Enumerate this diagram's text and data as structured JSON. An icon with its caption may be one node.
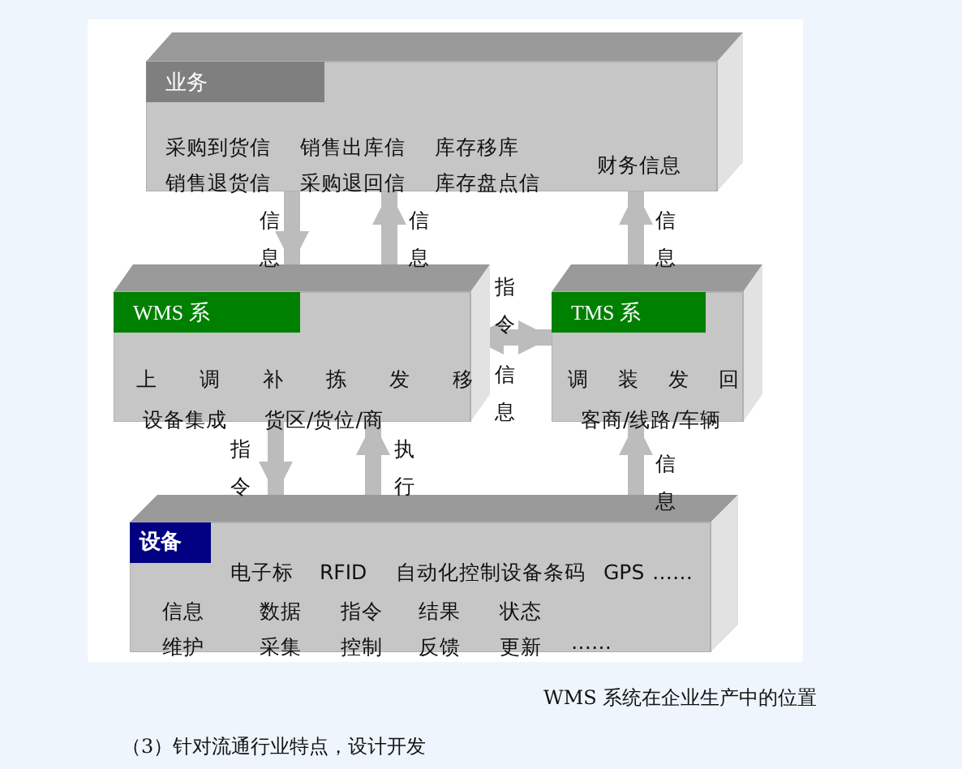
{
  "diagram": {
    "caption": "WMS 系统在企业生产中的位置",
    "nodes": [
      {
        "text": [
          "业务",
          "采购到货信 销售出库信 库存移库",
          "销售退货信 采购退回信 库存盘点信",
          "财务信息"
        ]
      },
      {
        "text": [
          "WMS 系",
          "上 调 补 拣 发 移",
          "设备集成",
          "货区/货位/商"
        ]
      },
      {
        "text": [
          "TMS 系",
          "调 装 发 回",
          "客商/线路/车辆"
        ]
      },
      {
        "text": [
          "设备",
          "电子标",
          "RFID",
          "自动化控制设备条码",
          "GPS",
          "……",
          "信息维护",
          "数据采集",
          "指令控制",
          "结果反馈",
          "状态更新",
          "……"
        ]
      }
    ],
    "edges": [
      {
        "from": 0,
        "to": 1,
        "arrow": "to",
        "label": "信息"
      },
      {
        "from": 1,
        "to": 0,
        "arrow": "to",
        "label": "信息"
      },
      {
        "from": 2,
        "to": 0,
        "arrow": "to",
        "label": "信息"
      },
      {
        "from": 1,
        "to": 2,
        "arrow": "both",
        "label": "指令"
      },
      {
        "from": 1,
        "to": 3,
        "arrow": "to",
        "label": "指令"
      },
      {
        "from": 3,
        "to": 1,
        "arrow": "to",
        "label": "执行"
      },
      {
        "from": 3,
        "to": 2,
        "arrow": "to",
        "label": "信息"
      }
    ],
    "labels": [
      "信息",
      "（3）针对流通行业特点，设计开发"
    ]
  }
}
